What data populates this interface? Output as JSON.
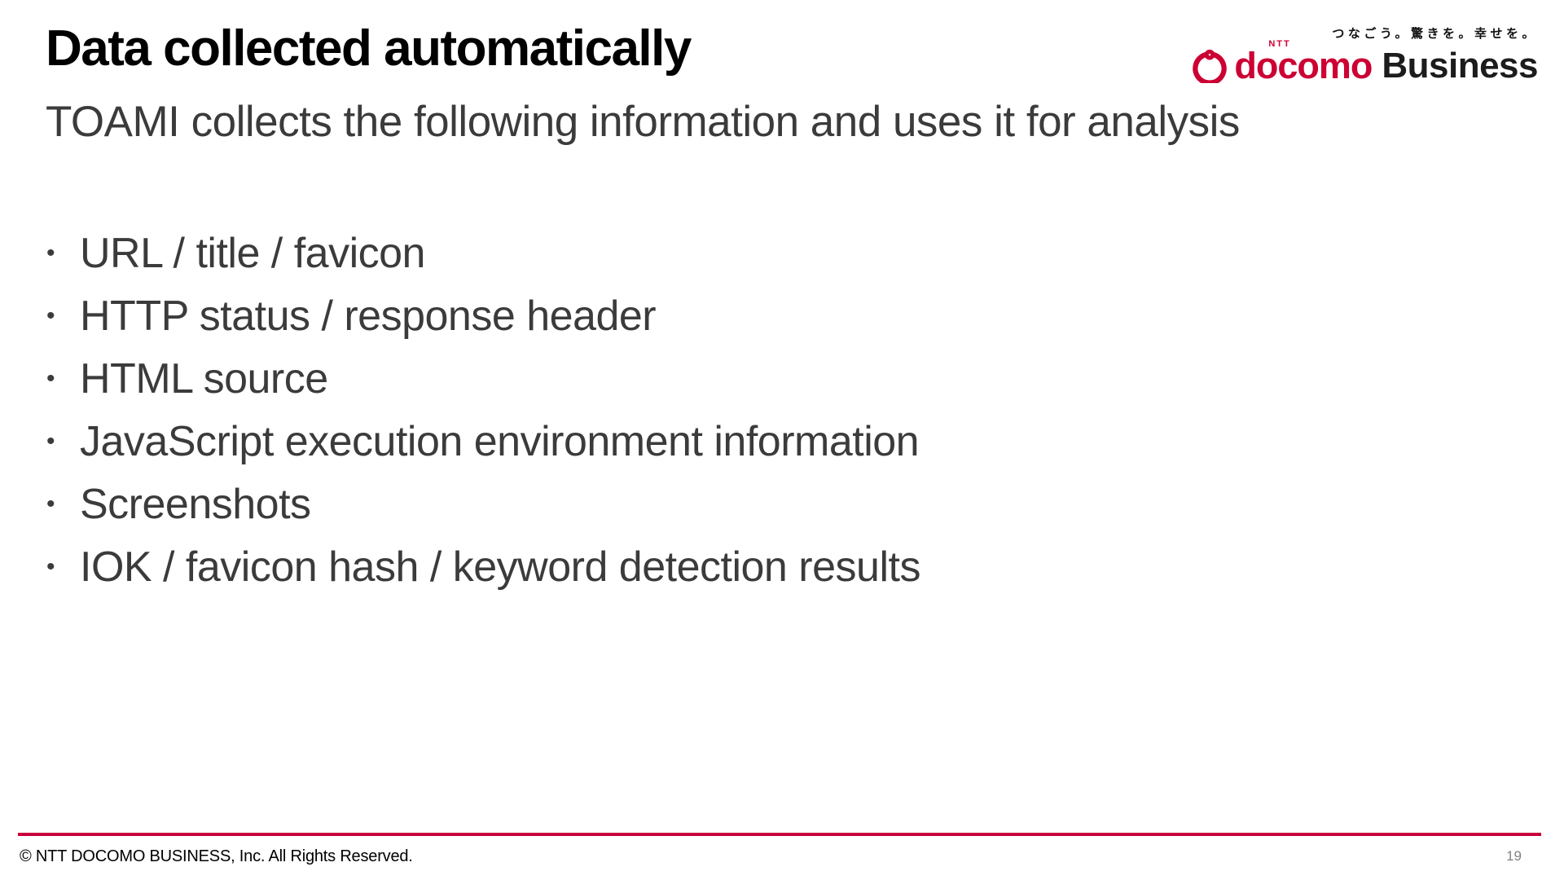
{
  "slide": {
    "title": "Data collected automatically",
    "subtitle": "TOAMI collects the following information and uses it for analysis",
    "bullet_marker": "•",
    "bullets": [
      "URL / title / favicon",
      "HTTP status / response header",
      "HTML source",
      "JavaScript execution environment information",
      "Screenshots",
      "IOK / favicon hash / keyword detection results"
    ]
  },
  "logo": {
    "tagline": "つなごう。驚きを。幸せを。",
    "ntt": "NTT",
    "docomo": "docomo",
    "business": "Business",
    "red": "#CC0033",
    "dark": "#1C1C1C"
  },
  "footer": {
    "copyright": "© NTT DOCOMO BUSINESS, Inc. All Rights Reserved.",
    "page_number": "19",
    "rule_color": "#C8003C"
  }
}
